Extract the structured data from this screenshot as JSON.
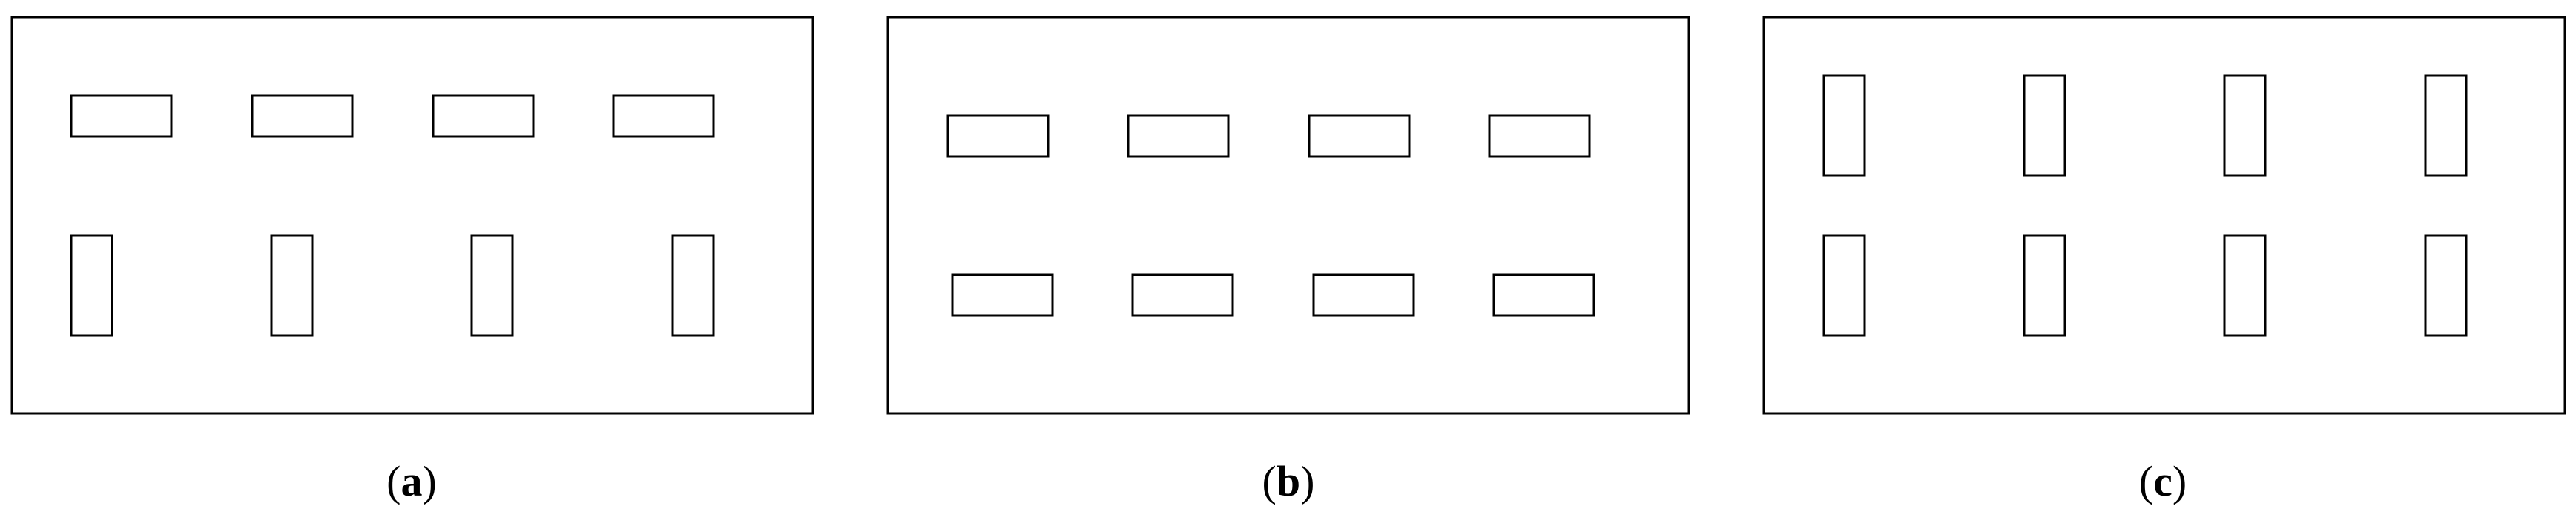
{
  "colors": {
    "stroke": "#000000",
    "background": "#ffffff"
  },
  "panels": [
    {
      "id": "a",
      "caption": {
        "open": "(",
        "letter": "a",
        "close": ")"
      },
      "rows": [
        {
          "orientation": "horizontal",
          "count": 4
        },
        {
          "orientation": "vertical",
          "count": 4
        }
      ]
    },
    {
      "id": "b",
      "caption": {
        "open": "(",
        "letter": "b",
        "close": ")"
      },
      "rows": [
        {
          "orientation": "horizontal",
          "count": 4
        },
        {
          "orientation": "horizontal",
          "count": 4
        }
      ]
    },
    {
      "id": "c",
      "caption": {
        "open": "(",
        "letter": "c",
        "close": ")"
      },
      "rows": [
        {
          "orientation": "vertical",
          "count": 4
        },
        {
          "orientation": "vertical",
          "count": 4
        }
      ]
    }
  ]
}
